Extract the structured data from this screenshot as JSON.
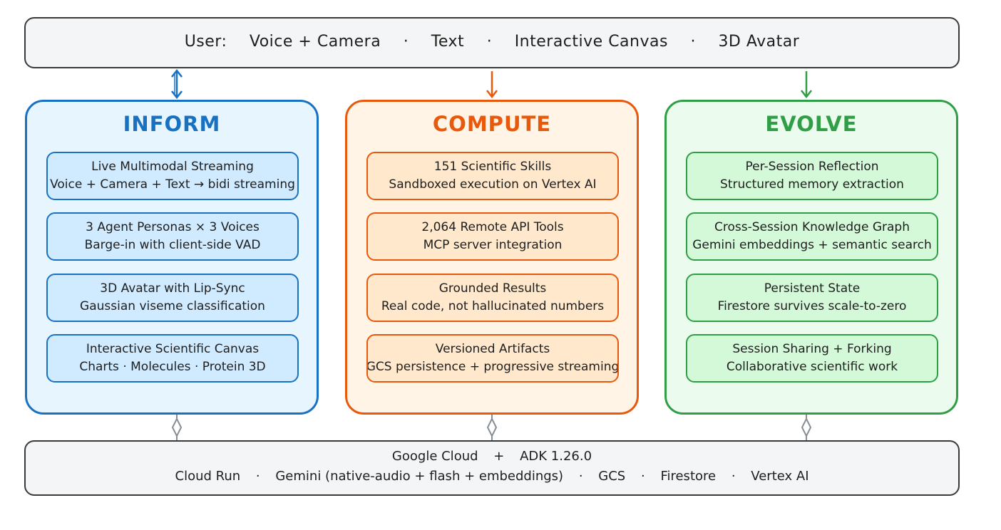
{
  "user_bar": {
    "label": "User:",
    "items": [
      "Voice + Camera",
      "Text",
      "Interactive Canvas",
      "3D Avatar"
    ],
    "separator": "·"
  },
  "panels": [
    {
      "title": "INFORM",
      "color": "#1971c2",
      "cards": [
        {
          "line1": "Live Multimodal Streaming",
          "line2": "Voice + Camera + Text → bidi streaming"
        },
        {
          "line1": "3 Agent Personas × 3 Voices",
          "line2": "Barge-in with client-side VAD"
        },
        {
          "line1": "3D Avatar with Lip-Sync",
          "line2": "Gaussian viseme classification"
        },
        {
          "line1": "Interactive Scientific Canvas",
          "line2": "Charts · Molecules · Protein 3D"
        }
      ]
    },
    {
      "title": "COMPUTE",
      "color": "#e8590c",
      "cards": [
        {
          "line1": "151 Scientific Skills",
          "line2": "Sandboxed execution on Vertex AI"
        },
        {
          "line1": "2,064 Remote API Tools",
          "line2": "MCP server integration"
        },
        {
          "line1": "Grounded Results",
          "line2": "Real code, not hallucinated numbers"
        },
        {
          "line1": "Versioned Artifacts",
          "line2": "GCS persistence + progressive streaming"
        }
      ]
    },
    {
      "title": "EVOLVE",
      "color": "#2f9e44",
      "cards": [
        {
          "line1": "Per-Session Reflection",
          "line2": "Structured memory extraction"
        },
        {
          "line1": "Cross-Session Knowledge Graph",
          "line2": "Gemini embeddings + semantic search"
        },
        {
          "line1": "Persistent State",
          "line2": "Firestore survives scale-to-zero"
        },
        {
          "line1": "Session Sharing + Forking",
          "line2": "Collaborative scientific work"
        }
      ]
    }
  ],
  "infra_bar": {
    "line1_left": "Google Cloud",
    "line1_plus": "+",
    "line1_right": "ADK 1.26.0",
    "line2_items": [
      "Cloud Run",
      "Gemini (native-audio + flash + embeddings)",
      "GCS",
      "Firestore",
      "Vertex AI"
    ],
    "separator": "·"
  }
}
